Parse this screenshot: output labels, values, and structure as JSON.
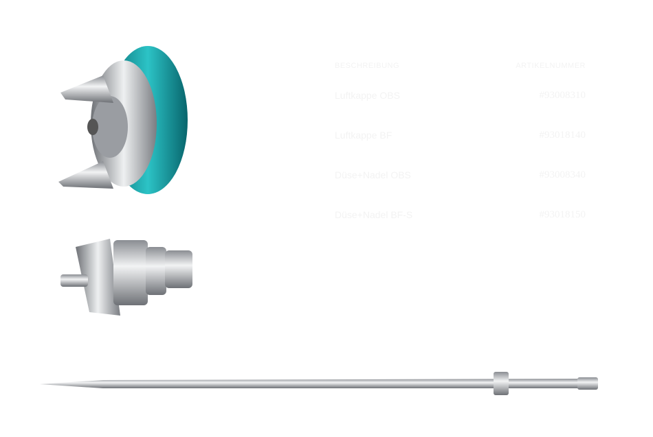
{
  "table": {
    "headers": {
      "description": "BESCHREIBUNG",
      "article_number": "ARTIKELNUMMER"
    },
    "rows": [
      {
        "description": "Luftkappe OBS",
        "article_number": "#93008310"
      },
      {
        "description": "Luftkappe BF",
        "article_number": "#93018140"
      },
      {
        "description": "Düse+Nadel OBS",
        "article_number": "#93008340"
      },
      {
        "description": "Düse+Nadel BF-S",
        "article_number": "#93018150"
      }
    ]
  },
  "colors": {
    "cap_ring": "#1aa3a8",
    "metal": "#c8cace"
  }
}
